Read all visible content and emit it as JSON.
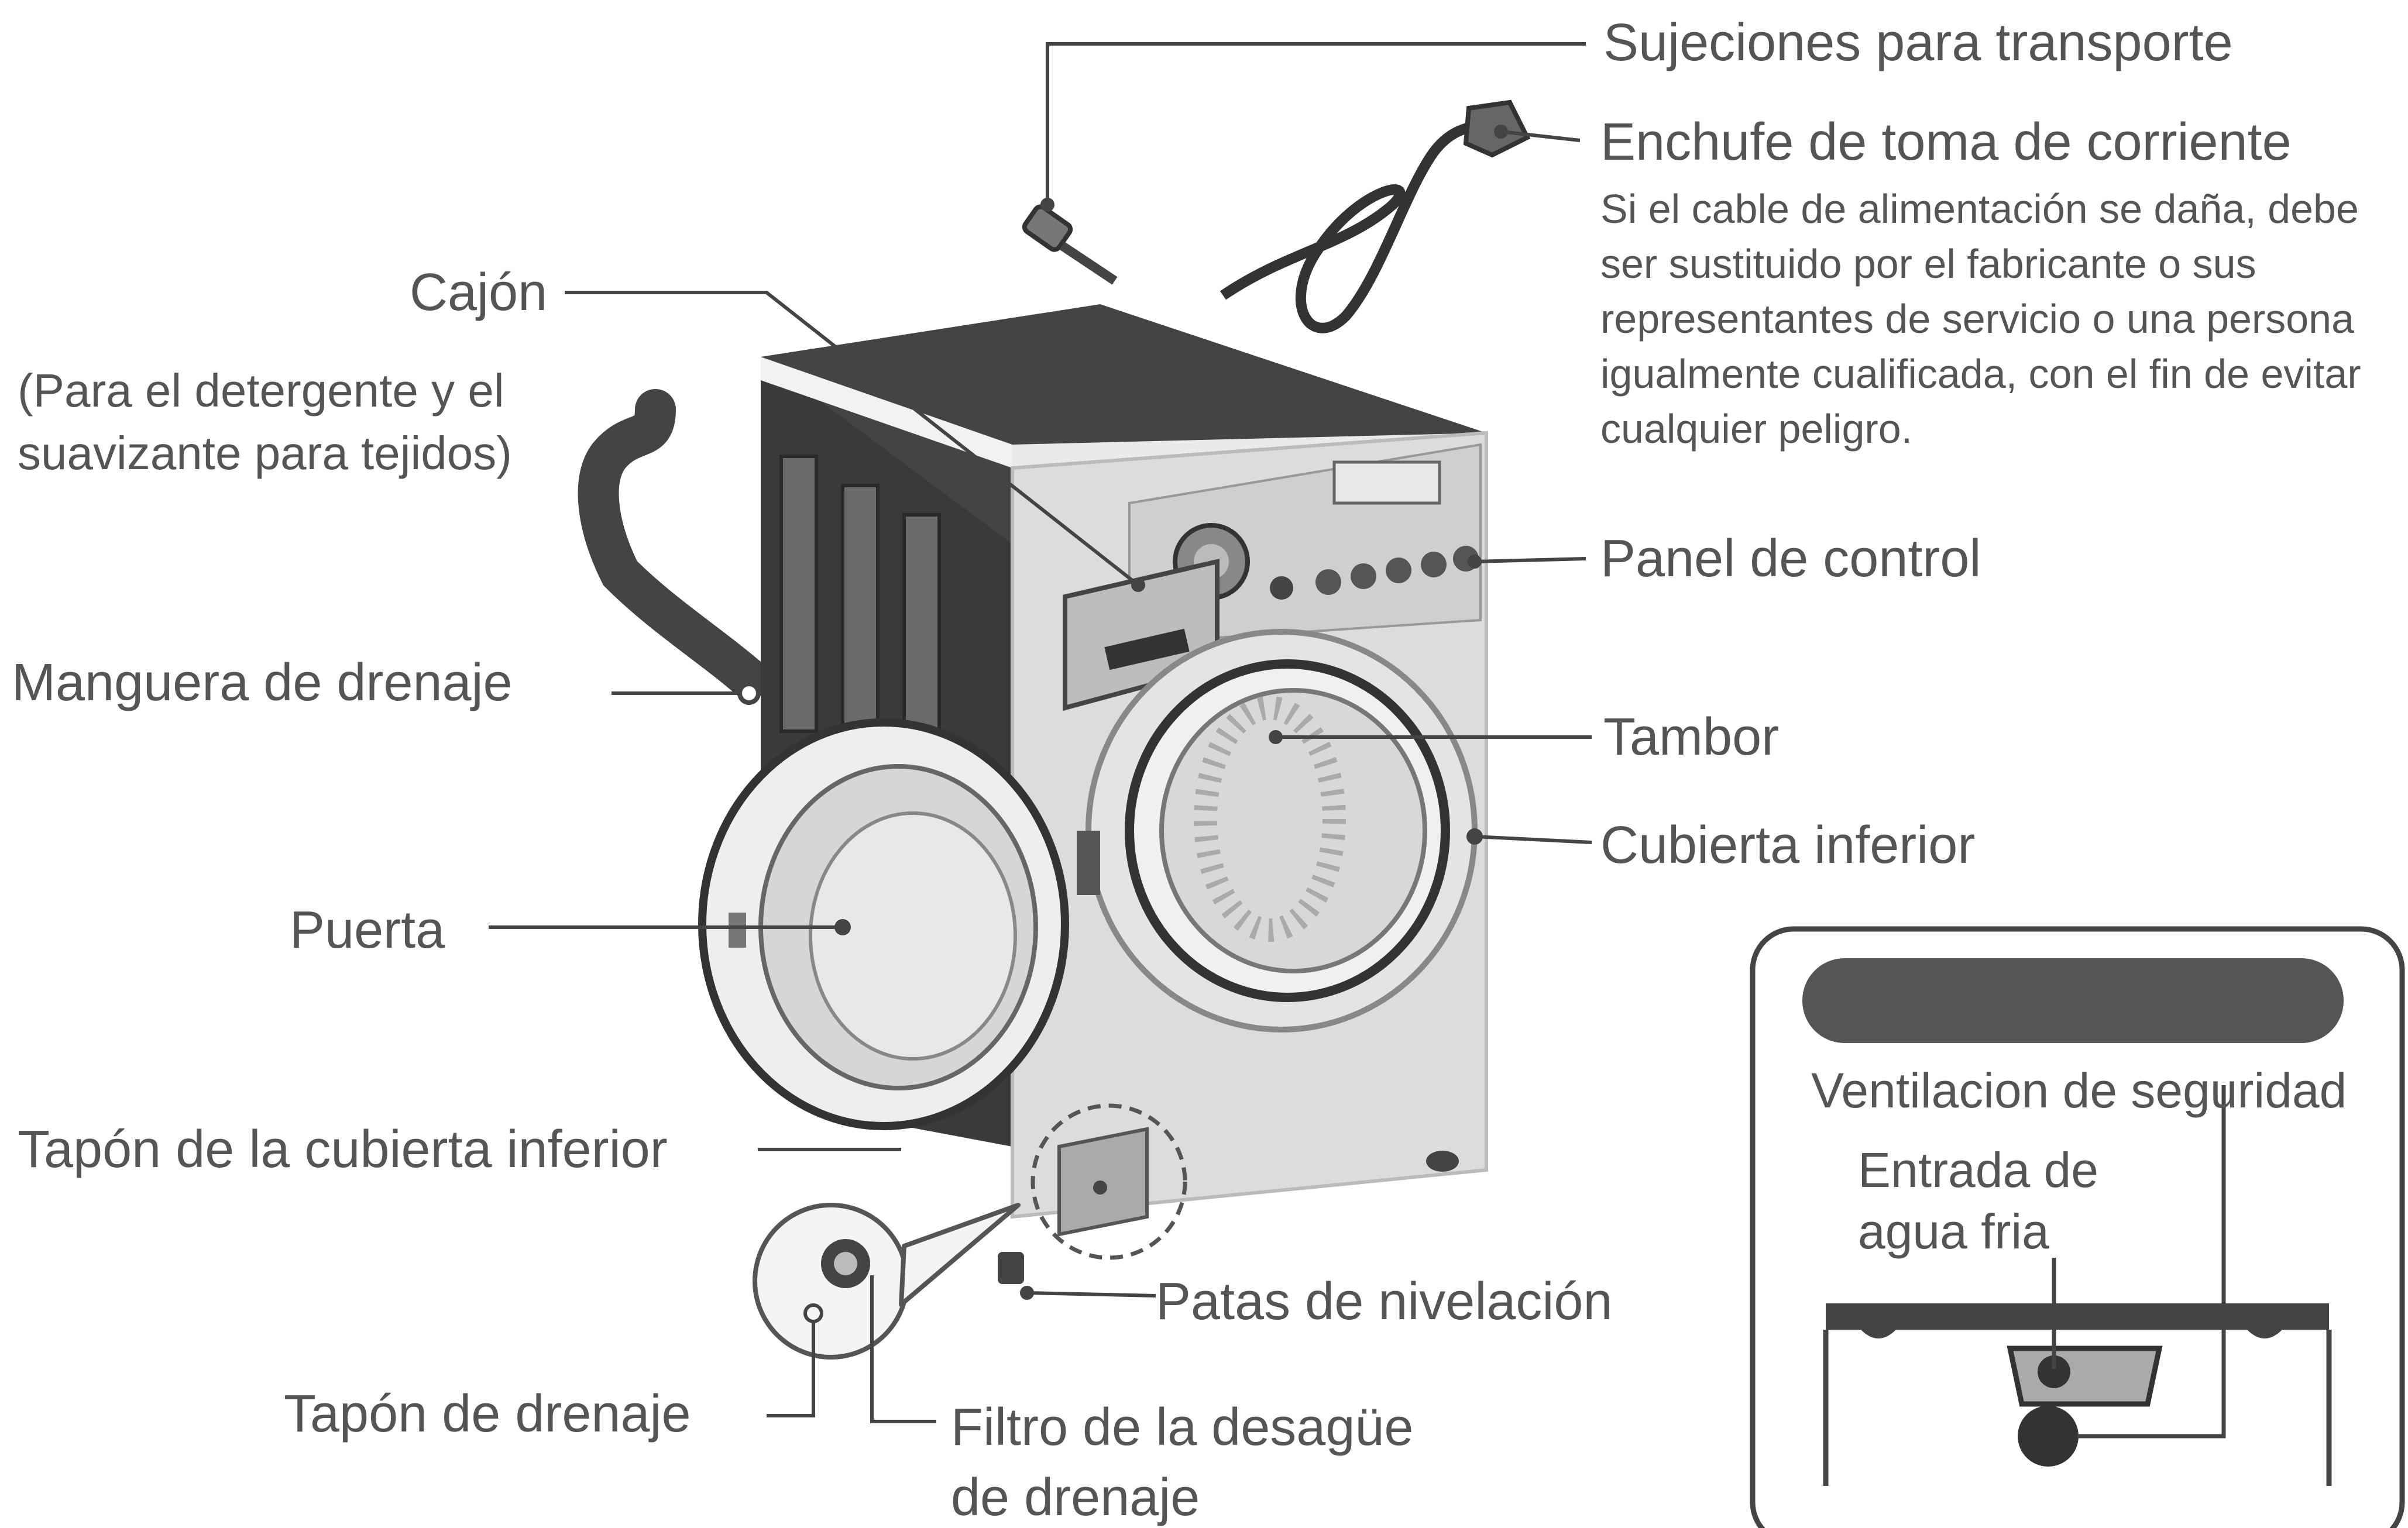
{
  "labels": {
    "sujeciones": "Sujeciones para transporte",
    "enchufe": "Enchufe de toma de corriente",
    "enchufe_note": "Si el cable de alimentación se daña, debe ser sustituido por el fabricante o sus representantes de servicio o una persona igualmente cualificada, con el fin de evitar cualquier peligro.",
    "cajon": "Cajón",
    "cajon_note_1": "(Para el detergente y el",
    "cajon_note_2": "suavizante para tejidos)",
    "panel": "Panel de control",
    "manguera": "Manguera de drenaje",
    "tambor": "Tambor",
    "cubierta": "Cubierta inferior",
    "puerta": "Puerta",
    "tapon_cubierta": "Tapón de la cubierta inferior",
    "patas": "Patas de nivelación",
    "tapon_drenaje": "Tapón de drenaje",
    "filtro_1": "Filtro de la desagüe",
    "filtro_2": "de drenaje"
  },
  "inset": {
    "ventilacion": "Ventilacion de seguridad",
    "entrada_1": "Entrada de",
    "entrada_2": "agua fria"
  },
  "colors": {
    "text": "#555555",
    "line": "#444444",
    "machine_body": "#dcdcdc",
    "machine_dark": "#3a3a3a",
    "inset_bar": "#555555"
  }
}
